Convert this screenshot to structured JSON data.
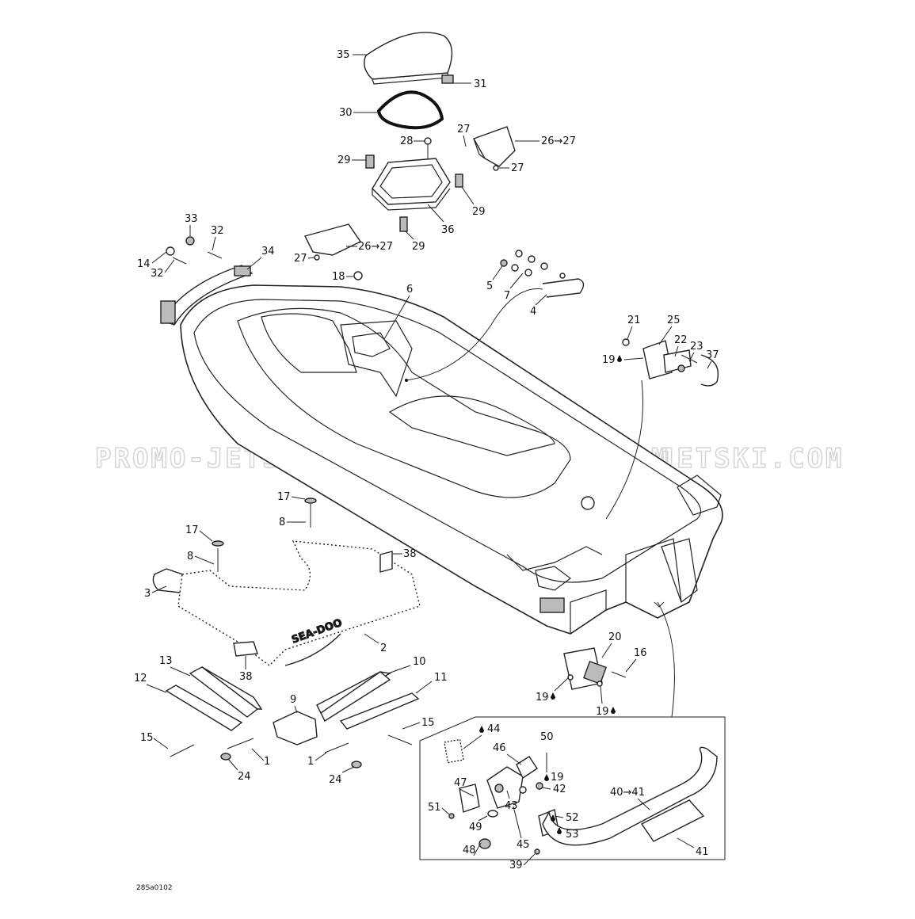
{
  "diagram": {
    "drawing_code": "28Sa0102",
    "watermark": "PROMO-JETSKI.COM",
    "hull_logo": "SEA-DOO",
    "callouts": [
      {
        "id": "c35",
        "text": "35"
      },
      {
        "id": "c31",
        "text": "31"
      },
      {
        "id": "c30",
        "text": "30"
      },
      {
        "id": "c27a",
        "text": "27"
      },
      {
        "id": "c26a",
        "text": "26→27"
      },
      {
        "id": "c28",
        "text": "28"
      },
      {
        "id": "c27b",
        "text": "27"
      },
      {
        "id": "c29a",
        "text": "29"
      },
      {
        "id": "c29b",
        "text": "29"
      },
      {
        "id": "c36",
        "text": "36"
      },
      {
        "id": "c29c",
        "text": "29"
      },
      {
        "id": "c33",
        "text": "33"
      },
      {
        "id": "c32a",
        "text": "32"
      },
      {
        "id": "c34",
        "text": "34"
      },
      {
        "id": "c14",
        "text": "14"
      },
      {
        "id": "c32b",
        "text": "32"
      },
      {
        "id": "c27c",
        "text": "27"
      },
      {
        "id": "c26b",
        "text": "26→27"
      },
      {
        "id": "c18",
        "text": "18"
      },
      {
        "id": "c6",
        "text": "6"
      },
      {
        "id": "c5",
        "text": "5"
      },
      {
        "id": "c7",
        "text": "7"
      },
      {
        "id": "c4",
        "text": "4"
      },
      {
        "id": "c21",
        "text": "21"
      },
      {
        "id": "c25",
        "text": "25"
      },
      {
        "id": "c22",
        "text": "22"
      },
      {
        "id": "c23",
        "text": "23"
      },
      {
        "id": "c37",
        "text": "37"
      },
      {
        "id": "c19a",
        "text": "19"
      },
      {
        "id": "c17a",
        "text": "17"
      },
      {
        "id": "c8a",
        "text": "8"
      },
      {
        "id": "c17b",
        "text": "17"
      },
      {
        "id": "c8b",
        "text": "8"
      },
      {
        "id": "c38a",
        "text": "38"
      },
      {
        "id": "c3",
        "text": "3"
      },
      {
        "id": "c2",
        "text": "2"
      },
      {
        "id": "c38b",
        "text": "38"
      },
      {
        "id": "c20",
        "text": "20"
      },
      {
        "id": "c16",
        "text": "16"
      },
      {
        "id": "c19b",
        "text": "19"
      },
      {
        "id": "c19c",
        "text": "19"
      },
      {
        "id": "c13",
        "text": "13"
      },
      {
        "id": "c10",
        "text": "10"
      },
      {
        "id": "c12",
        "text": "12"
      },
      {
        "id": "c11",
        "text": "11"
      },
      {
        "id": "c9",
        "text": "9"
      },
      {
        "id": "c15a",
        "text": "15"
      },
      {
        "id": "c15b",
        "text": "15"
      },
      {
        "id": "c1a",
        "text": "1"
      },
      {
        "id": "c1b",
        "text": "1"
      },
      {
        "id": "c24a",
        "text": "24"
      },
      {
        "id": "c24b",
        "text": "24"
      },
      {
        "id": "c44",
        "text": "44"
      },
      {
        "id": "c50",
        "text": "50"
      },
      {
        "id": "c46",
        "text": "46"
      },
      {
        "id": "c19d",
        "text": "19"
      },
      {
        "id": "c47",
        "text": "47"
      },
      {
        "id": "c42",
        "text": "42"
      },
      {
        "id": "c40",
        "text": "40→41"
      },
      {
        "id": "c51",
        "text": "51"
      },
      {
        "id": "c43",
        "text": "43"
      },
      {
        "id": "c49",
        "text": "49"
      },
      {
        "id": "c52",
        "text": "52"
      },
      {
        "id": "c53",
        "text": "53"
      },
      {
        "id": "c45",
        "text": "45"
      },
      {
        "id": "c48",
        "text": "48"
      },
      {
        "id": "c39",
        "text": "39"
      },
      {
        "id": "c41",
        "text": "41"
      }
    ]
  }
}
